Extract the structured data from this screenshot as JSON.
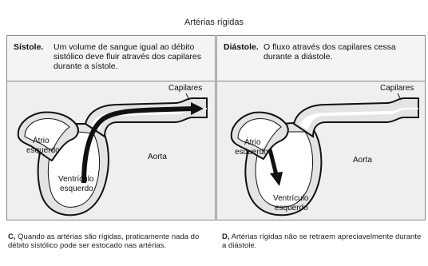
{
  "title": "Artérias rígidas",
  "left_panel": {
    "phase": "Sístole.",
    "description": "Um volume de sangue igual ao débito sistólico deve fluir através dos capilares durante a sístole.",
    "labels": {
      "atrium_line1": "Átrio",
      "atrium_line2": "esquerdo",
      "ventricle_line1": "Ventrículo",
      "ventricle_line2": "esquerdo",
      "aorta": "Aorta",
      "capillaries": "Capilares"
    }
  },
  "right_panel": {
    "phase": "Diástole.",
    "description": "O fluxo através dos capilares cessa durante a diástole.",
    "labels": {
      "atrium_line1": "Átrio",
      "atrium_line2": "esquerdo",
      "ventricle_line1": "Ventrículo",
      "ventricle_line2": "esquerdo",
      "aorta": "Aorta",
      "capillaries": "Capilares"
    }
  },
  "captions": {
    "c_letter": "C,",
    "c_text": "Quando as artérias são rígidas, praticamente nada do débito sistólico pode ser estocado nas artérias.",
    "d_letter": "D,",
    "d_text": "Artérias rígidas não se retraem apreciavelmente durante a diástole."
  }
}
